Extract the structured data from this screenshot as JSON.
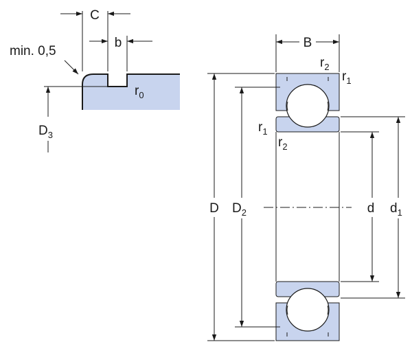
{
  "colors": {
    "fill": "#c8d4ee",
    "line": "#1a1a1a",
    "background": "#ffffff"
  },
  "labels": {
    "C": "C",
    "b": "b",
    "min": "min. 0,5",
    "r0_base": "r",
    "r0_sub": "0",
    "D3_base": "D",
    "D3_sub": "3",
    "B": "B",
    "r2_top_base": "r",
    "r2_top_sub": "2",
    "r1_top_base": "r",
    "r1_top_sub": "1",
    "r1_left_base": "r",
    "r1_left_sub": "1",
    "r2_left_base": "r",
    "r2_left_sub": "2",
    "D": "D",
    "D2_base": "D",
    "D2_sub": "2",
    "d": "d",
    "d1_base": "d",
    "d1_sub": "1"
  }
}
